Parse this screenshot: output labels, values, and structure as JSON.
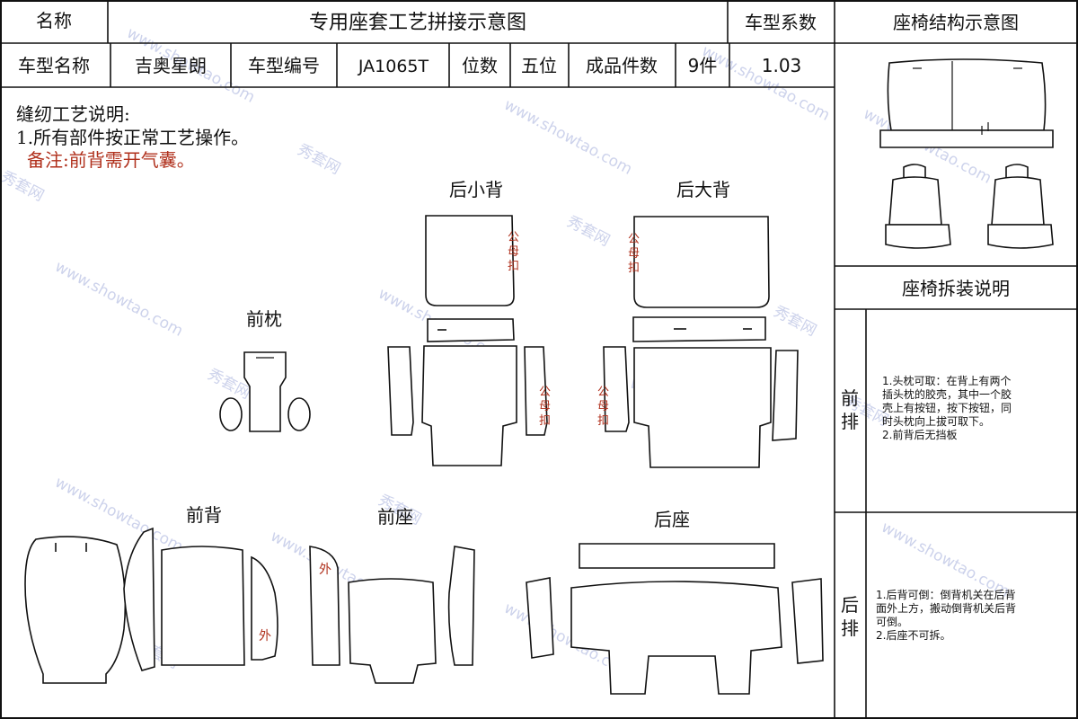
{
  "header": {
    "name_label": "名称",
    "title": "专用座套工艺拼接示意图",
    "coef_label": "车型系数",
    "struct_title": "座椅结构示意图"
  },
  "info": {
    "model_name_label": "车型名称",
    "model_name": "吉奥星朗",
    "model_no_label": "车型编号",
    "model_no": "JA1065T",
    "seats_label": "位数",
    "seats": "五位",
    "pieces_label": "成品件数",
    "pieces": "9件",
    "coef": "1.03"
  },
  "notes": {
    "title": "缝纫工艺说明:",
    "item1": "1.所有部件按正常工艺操作。",
    "remark": "备注:前背需开气囊。"
  },
  "parts": {
    "rear_small_back": "后小背",
    "rear_big_back": "后大背",
    "front_headrest": "前枕",
    "front_back": "前背",
    "front_seat": "前座",
    "rear_seat": "后座"
  },
  "marks": {
    "snap_a": "公",
    "snap_b": "母",
    "snap_c": "扣",
    "outer": "外"
  },
  "install": {
    "title": "座椅拆装说明",
    "front_row_a": "前",
    "front_row_b": "排",
    "front_line1": "1.头枕可取：在背上有两个",
    "front_line2": "插头枕的胶壳，其中一个胶",
    "front_line3": "壳上有按钮，按下按钮，同",
    "front_line4": "时头枕向上拔可取下。",
    "front_line5": "2.前背后无挡板",
    "rear_row_a": "后",
    "rear_row_b": "排",
    "rear_line1": "1.后背可倒：倒背机关在后背",
    "rear_line2": "面外上方，搬动倒背机关后背",
    "rear_line3": "可倒。",
    "rear_line4": "2.后座不可拆。"
  },
  "watermark": {
    "site": "www.showtao.com",
    "brand": "秀套网"
  }
}
